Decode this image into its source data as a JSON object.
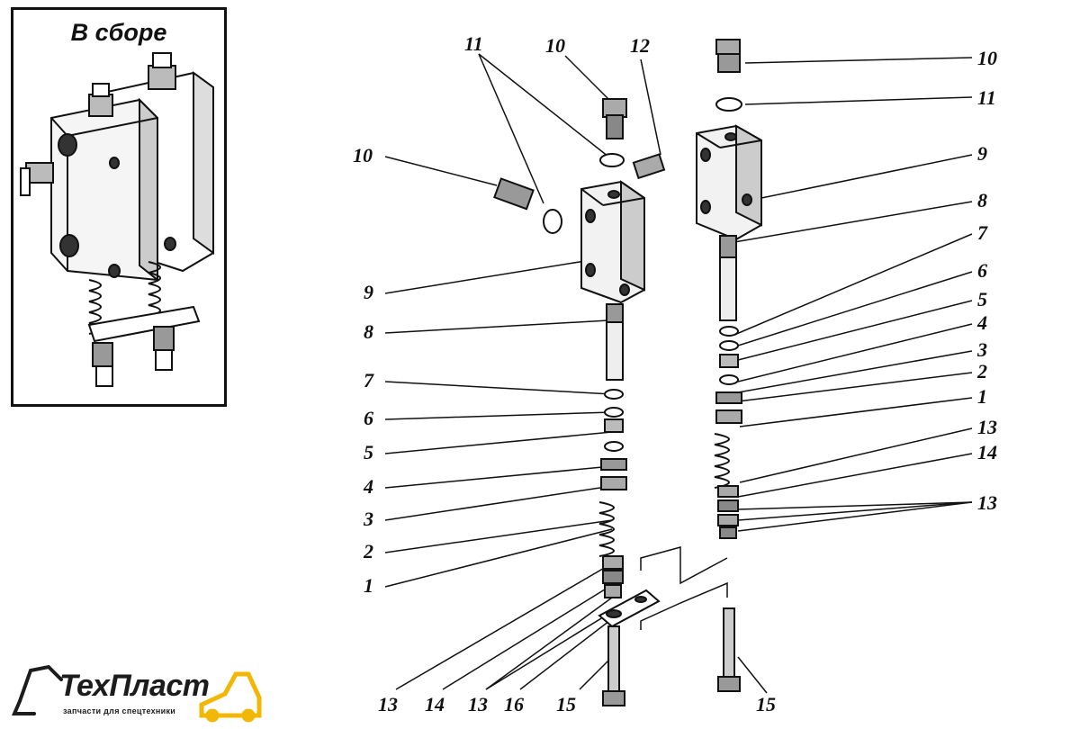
{
  "inset": {
    "title": "В сборе"
  },
  "labels": {
    "l10a": "10",
    "l11a": "11",
    "l12": "12",
    "l10b": "10",
    "l11b": "11",
    "l10c": "10",
    "l9a": "9",
    "l9b": "9",
    "l8a": "8",
    "l8b": "8",
    "l7a": "7",
    "l7b": "7",
    "l6a": "6",
    "l6b": "6",
    "l5a": "5",
    "l5b": "5",
    "l4a": "4",
    "l4b": "4",
    "l3a": "3",
    "l3b": "3",
    "l2a": "2",
    "l2b": "2",
    "l1a": "1",
    "l1b": "1",
    "l13a": "13",
    "l14a": "14",
    "l13b": "13",
    "l13c": "13",
    "l14b": "14",
    "l13d": "13",
    "l16": "16",
    "l15a": "15",
    "l15b": "15"
  },
  "logo": {
    "name": "ТехПласт",
    "subtitle": "запчасти для спецтехники",
    "accent": "#f2b705"
  }
}
